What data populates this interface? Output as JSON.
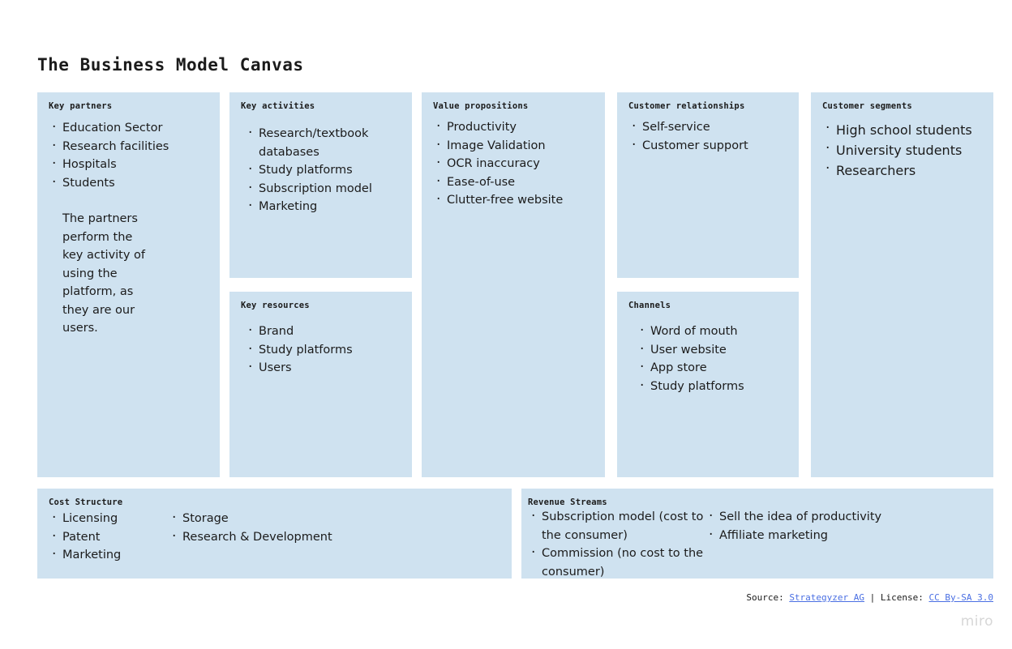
{
  "title": "The Business Model Canvas",
  "theme": {
    "box_fill": "#cfe2f0",
    "text": "#1b1b1b",
    "link": "#4a6fe3",
    "watermark": "#d7d7d7",
    "page_background": "#ffffff"
  },
  "blocks": {
    "key_partners": {
      "title": "Key partners",
      "items": [
        "Education Sector",
        "Research facilities",
        "Hospitals",
        "Students"
      ],
      "note": "The partners perform the key activity of using the platform, as they are our users."
    },
    "key_activities": {
      "title": "Key activities",
      "items": [
        "Research/textbook databases",
        "Study platforms",
        "Subscription model",
        "Marketing"
      ]
    },
    "key_resources": {
      "title": "Key resources",
      "items": [
        "Brand",
        "Study platforms",
        "Users"
      ]
    },
    "value_propositions": {
      "title": "Value propositions",
      "items": [
        "Productivity",
        "Image Validation",
        "OCR inaccuracy",
        "Ease-of-use",
        "Clutter-free website"
      ]
    },
    "customer_relationships": {
      "title": "Customer relationships",
      "items": [
        "Self-service",
        "Customer support"
      ]
    },
    "channels": {
      "title": "Channels",
      "items": [
        "Word of mouth",
        "User website",
        "App store",
        "Study platforms"
      ]
    },
    "customer_segments": {
      "title": "Customer segments",
      "items": [
        "High school students",
        "University students",
        "Researchers"
      ]
    },
    "cost_structure": {
      "title": "Cost Structure",
      "column_a": [
        "Licensing",
        "Patent",
        "Marketing"
      ],
      "column_b": [
        "Storage",
        "Research & Development"
      ]
    },
    "revenue_streams": {
      "title": "Revenue Streams",
      "column_a": [
        "Subscription model (cost to the consumer)",
        "Commission (no cost to the consumer)"
      ],
      "column_b": [
        "Sell the idea of productivity",
        "Affiliate marketing"
      ]
    }
  },
  "footer": {
    "source_label": "Source:",
    "source_link": "Strategyzer AG",
    "separator": "|",
    "license_label": "License:",
    "license_link": "CC By-SA 3.0",
    "watermark": "miro"
  }
}
